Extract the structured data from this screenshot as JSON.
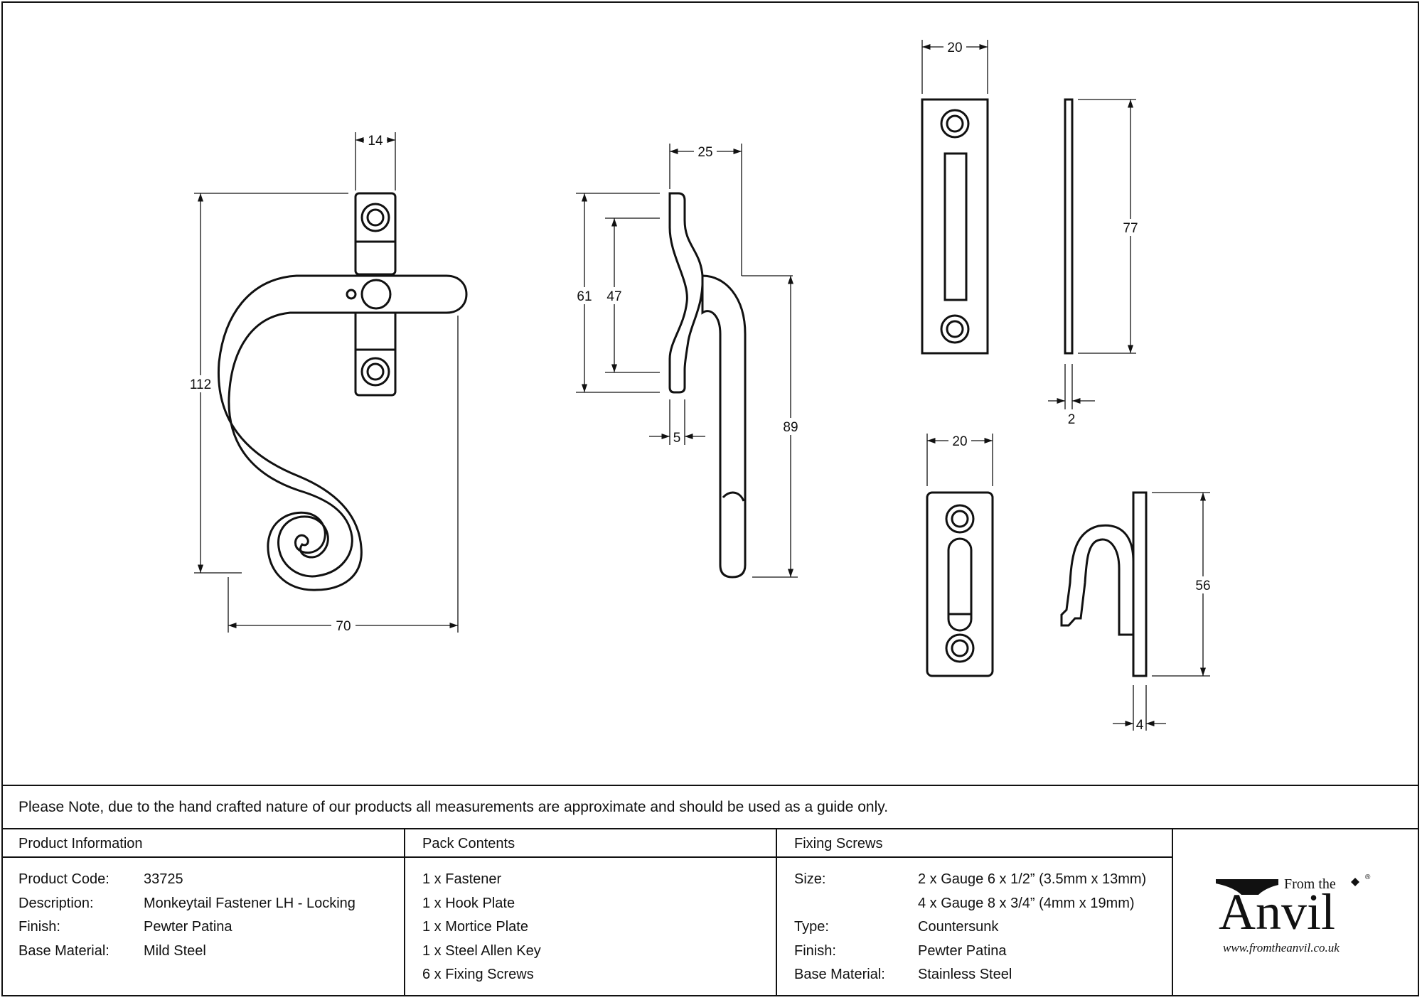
{
  "dimensions": {
    "fastener_width_top": "14",
    "fastener_height": "112",
    "fastener_width": "70",
    "side_depth": "25",
    "side_61": "61",
    "side_47": "47",
    "side_5": "5",
    "side_89": "89",
    "mortice_width": "20",
    "mortice_height": "77",
    "mortice_thickness": "2",
    "hook_width": "20",
    "hook_height": "56",
    "hook_thickness": "4"
  },
  "note": "Please Note, due to the hand crafted nature of our products all measurements are approximate and should be used as a guide only.",
  "product_info": {
    "header": "Product Information",
    "rows": [
      {
        "label": "Product Code:",
        "value": "33725"
      },
      {
        "label": "Description:",
        "value": "Monkeytail Fastener LH - Locking"
      },
      {
        "label": "Finish:",
        "value": "Pewter Patina"
      },
      {
        "label": "Base Material:",
        "value": "Mild Steel"
      }
    ]
  },
  "pack_contents": {
    "header": "Pack Contents",
    "items": [
      "1 x Fastener",
      "1 x Hook Plate",
      "1 x Mortice Plate",
      "1 x Steel Allen Key",
      "6 x Fixing Screws"
    ]
  },
  "fixing_screws": {
    "header": "Fixing Screws",
    "rows": [
      {
        "label": "Size:",
        "value": "2 x Gauge 6 x 1/2” (3.5mm x 13mm)"
      },
      {
        "label": "",
        "value": "4 x Gauge 8 x 3/4” (4mm x 19mm)"
      },
      {
        "label": "Type:",
        "value": "Countersunk"
      },
      {
        "label": "Finish:",
        "value": "Pewter Patina"
      },
      {
        "label": "Base Material:",
        "value": "Stainless Steel"
      }
    ]
  },
  "logo": {
    "from_the": "From the",
    "brand": "Anvil",
    "registered": "®",
    "url": "www.fromtheanvil.co.uk"
  }
}
